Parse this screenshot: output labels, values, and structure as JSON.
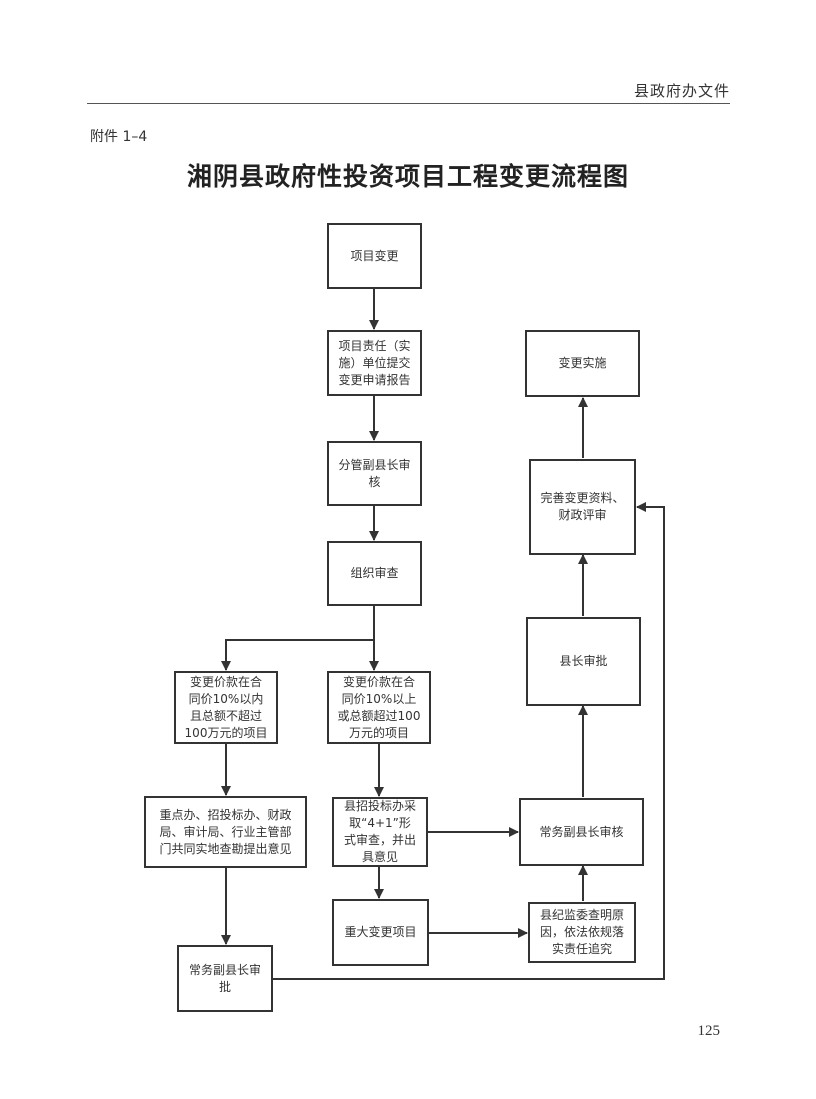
{
  "header": {
    "label": "县政府办文件"
  },
  "attachment": "附件 1–4",
  "title": "湘阴县政府性投资项目工程变更流程图",
  "page_number": "125",
  "nodes": {
    "change": "项目变更",
    "report": "项目责任（实\n施）单位提交\n变更申请报告",
    "deputy_review": "分管副县长审\n核",
    "organize_review": "组织审查",
    "within_10pct": "变更价款在合\n同价10%以内\n且总额不超过\n100万元的项目",
    "over_10pct": "变更价款在合\n同价10%以上\n或总额超过100\n万元的项目",
    "joint_inspection": "重点办、招投标办、财政\n局、审计局、行业主管部\n门共同实地查勘提出意见",
    "bidding_office": "县招投标办采\n取“4+1”形\n式审查，并出\n具意见",
    "major_change": "重大变更项目",
    "discipline": "县纪监委查明原\n因，依法依规落\n实责任追究",
    "exec_deputy_approve": "常务副县长审\n批",
    "exec_deputy_review": "常务副县长审核",
    "magistrate_approve": "县长审批",
    "finalize": "完善变更资料、\n财政评审",
    "implement": "变更实施"
  }
}
